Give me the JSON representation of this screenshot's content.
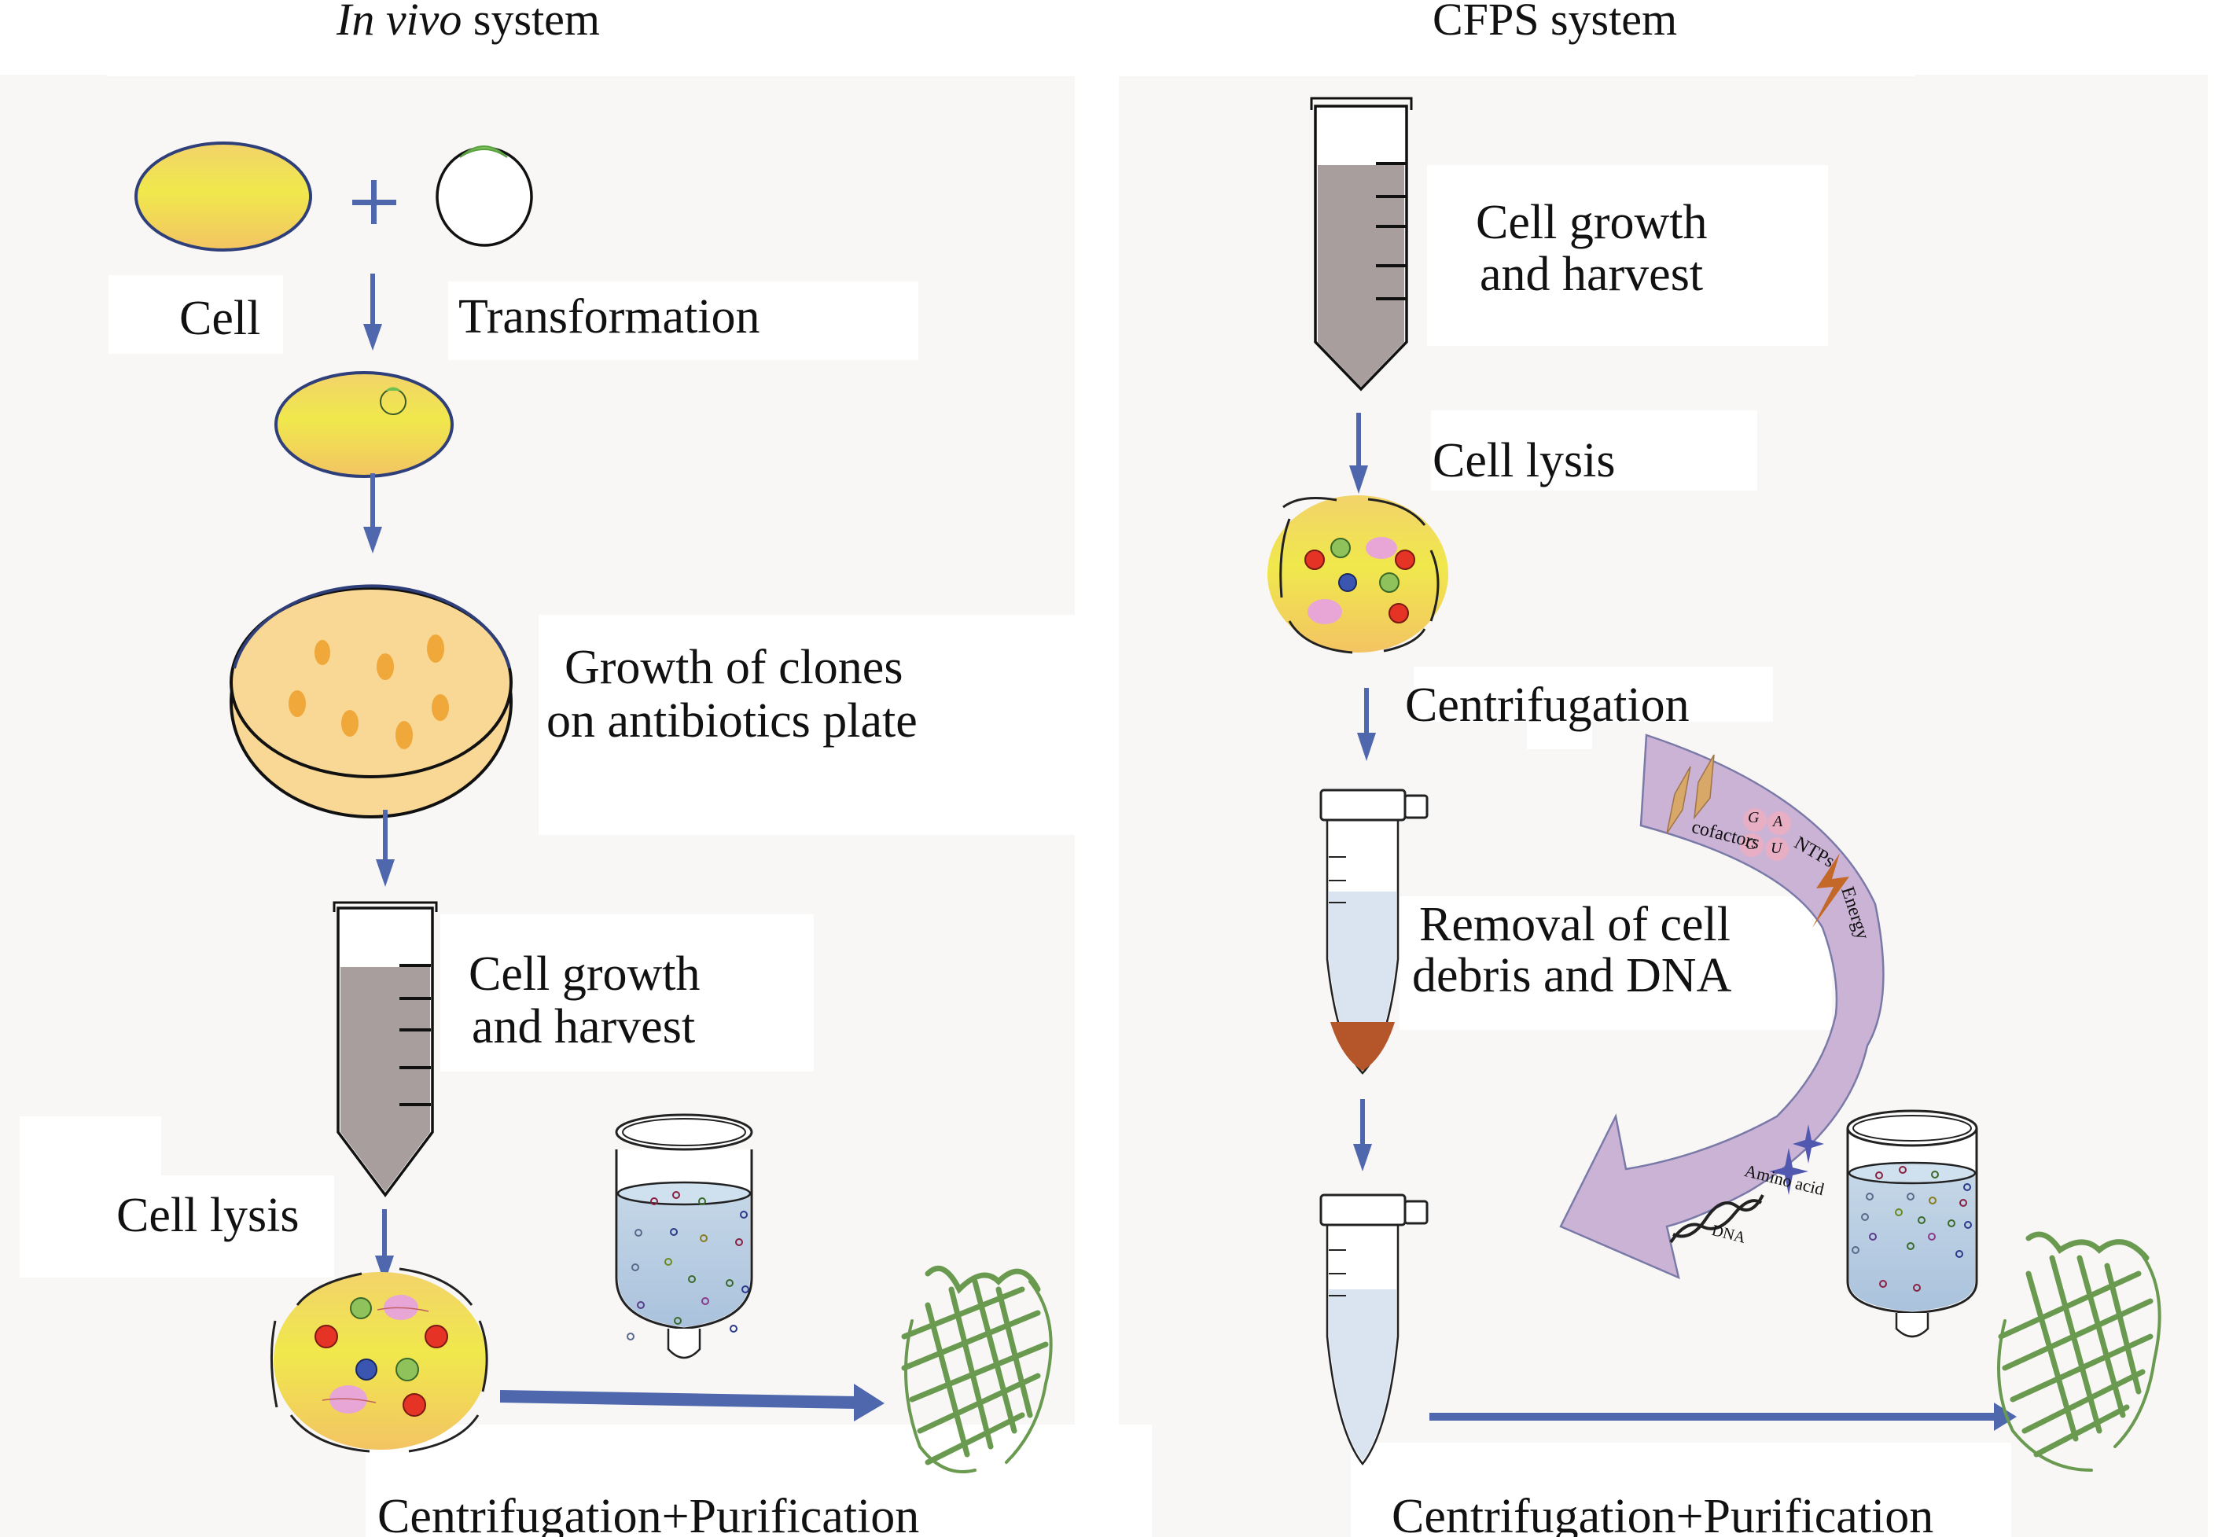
{
  "left_panel": {
    "title_italic": "In vivo",
    "title_rest": " system",
    "steps": {
      "cell": "Cell",
      "transformation": "Transformation",
      "plate_line1": "Growth of clones",
      "plate_line2": "on antibiotics plate",
      "growth_line1": "Cell growth",
      "growth_line2": "and harvest",
      "lysis": "Cell lysis",
      "purification": "Centrifugation+Purification"
    },
    "plus_symbol": "+"
  },
  "right_panel": {
    "title": "CFPS system",
    "steps": {
      "growth_line1": "Cell growth",
      "growth_line2": "and harvest",
      "lysis": "Cell lysis",
      "centrifugation": "Centrifugation",
      "removal_line1": "Removal of cell",
      "removal_line2": "debris and DNA",
      "purification": "Centrifugation+Purification"
    },
    "supplement_arrow": {
      "items": [
        "cofactors",
        "NTPs",
        "Energy",
        "Amino acid",
        "DNA"
      ],
      "nucleotides": [
        "G",
        "A",
        "C",
        "U"
      ]
    }
  },
  "colors": {
    "arrow": "#4f67ad",
    "cell_yellow": "#f0e64a",
    "cell_orange": "#f3c766",
    "tube_fill": "#a99e9e",
    "pellet": "#b5562a",
    "liquid": "#b7cde2",
    "curved_arrow": "#cbb3d6",
    "protein_green": "#6a9a50"
  }
}
